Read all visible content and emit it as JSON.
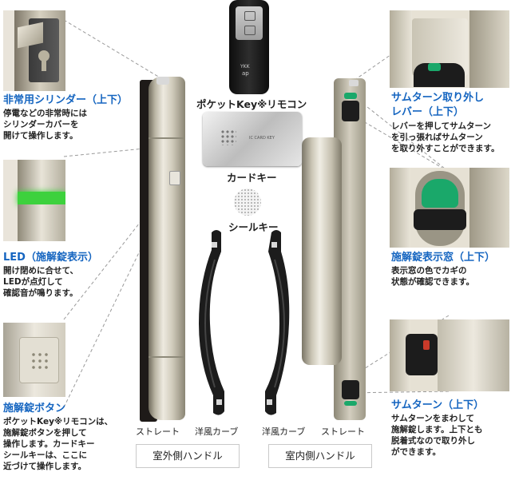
{
  "left": {
    "cylinder": {
      "title": "非常用シリンダー（上下）",
      "desc": "停電などの非常時には\nシリンダーカバーを\n開けて操作します。"
    },
    "led": {
      "title": "LED（施解錠表示）",
      "desc": "開け閉めに合せて、\nLEDが点灯して\n確認音が鳴ります。"
    },
    "lock_button": {
      "title": "施解錠ボタン",
      "desc": "ポケットKey※リモコンは、\n施解錠ボタンを押して\n操作します。カードキー\nシールキーは、ここに\n近づけて操作します。"
    }
  },
  "right": {
    "thumbturn_removal": {
      "title_line1": "サムターン取り外し",
      "title_line2": "レバー（上下）",
      "desc": "レバーを押してサムターン\nを引っ張ればサムターン\nを取り外すことができます。"
    },
    "indicator": {
      "title": "施解錠表示窓（上下）",
      "desc": "表示窓の色でカギの\n状態が確認できます。"
    },
    "thumbturn": {
      "title": "サムターン（上下）",
      "desc": "サムターンをまわして\n施解錠します。上下とも\n脱着式なので取り外し\nができます。"
    }
  },
  "center": {
    "remote_label": "ポケットKey※リモコン",
    "card_label": "カードキー",
    "seal_label": "シールキー",
    "card_text": "IC CARD KEY",
    "remote_logo_1": "YKK",
    "remote_logo_2": "ap"
  },
  "captions": {
    "outer_straight": "ストレート",
    "outer_curve": "洋風カーブ",
    "inner_curve": "洋風カーブ",
    "inner_straight": "ストレート",
    "outer_handle": "室外側ハンドル",
    "inner_handle": "室内側ハンドル"
  },
  "colors": {
    "heading_blue": "#1565c0",
    "led_green": "#3dd13d",
    "indicator_green": "#1aa86a"
  }
}
